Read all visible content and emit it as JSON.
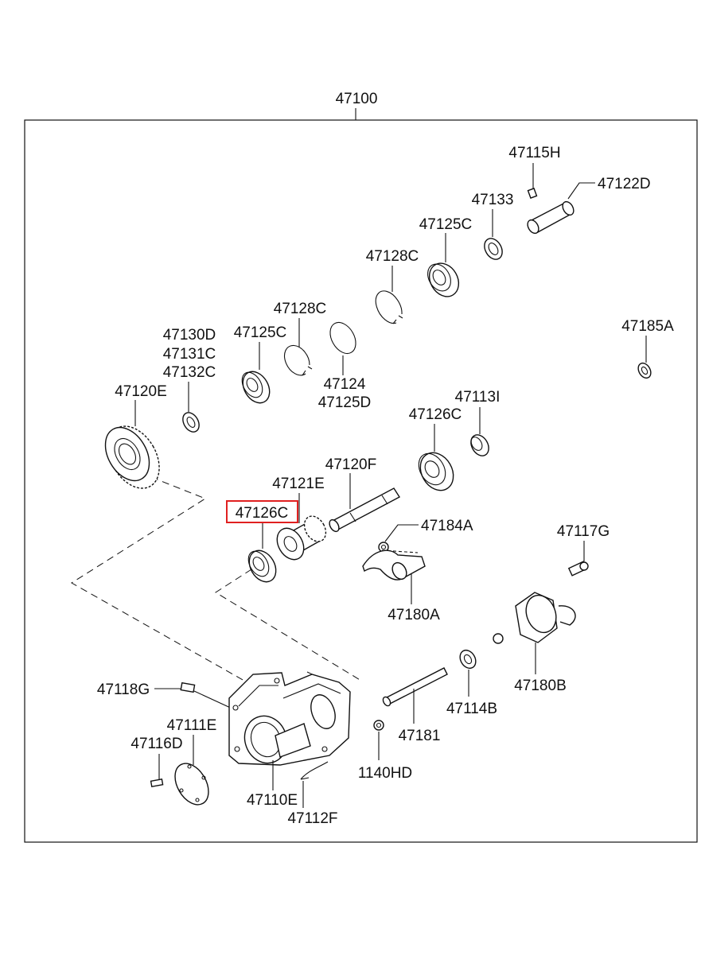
{
  "diagram": {
    "assembly_label": "47100",
    "highlighted_part": "47126C",
    "highlight_color": "#e02020",
    "labels": {
      "p47115H": "47115H",
      "p47122D": "47122D",
      "p47133": "47133",
      "p47125C_top": "47125C",
      "p47128C_top": "47128C",
      "p47128C_mid": "47128C",
      "p47125C_mid": "47125C",
      "p47130D": "47130D",
      "p47131C": "47131C",
      "p47132C": "47132C",
      "p47124": "47124",
      "p47125D": "47125D",
      "p47185A": "47185A",
      "p47120E": "47120E",
      "p47113I": "47113I",
      "p47126C_right": "47126C",
      "p47120F": "47120F",
      "p47121E": "47121E",
      "p47126C_boxed": "47126C",
      "p47184A": "47184A",
      "p47117G": "47117G",
      "p47180A": "47180A",
      "p47180B": "47180B",
      "p47114B": "47114B",
      "p47118G": "47118G",
      "p47111E": "47111E",
      "p47116D": "47116D",
      "p47181": "47181",
      "p1140HD": "1140HD",
      "p47110E": "47110E",
      "p47112F": "47112F"
    }
  }
}
